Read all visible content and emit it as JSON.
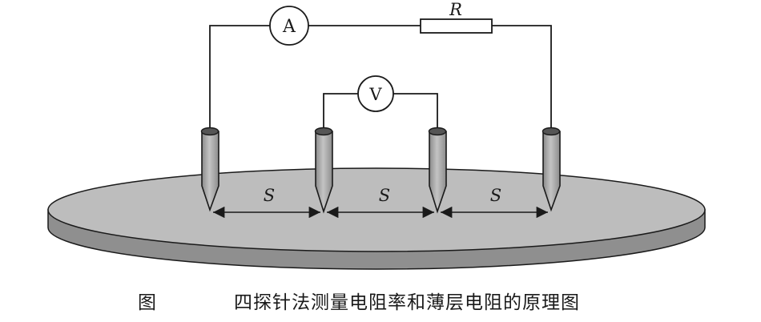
{
  "diagram": {
    "ammeter_label": "A",
    "voltmeter_label": "V",
    "resistor_label": "R",
    "spacing_labels": [
      "S",
      "S",
      "S"
    ]
  },
  "caption": {
    "label": "图",
    "text": "四探针法测量电阻率和薄层电阻的原理图"
  },
  "colors": {
    "ink": "#1a1a1a",
    "disc_top": "#bdbdbd",
    "disc_edge": "#8f8f8f",
    "probe": "#a7a7a7"
  }
}
